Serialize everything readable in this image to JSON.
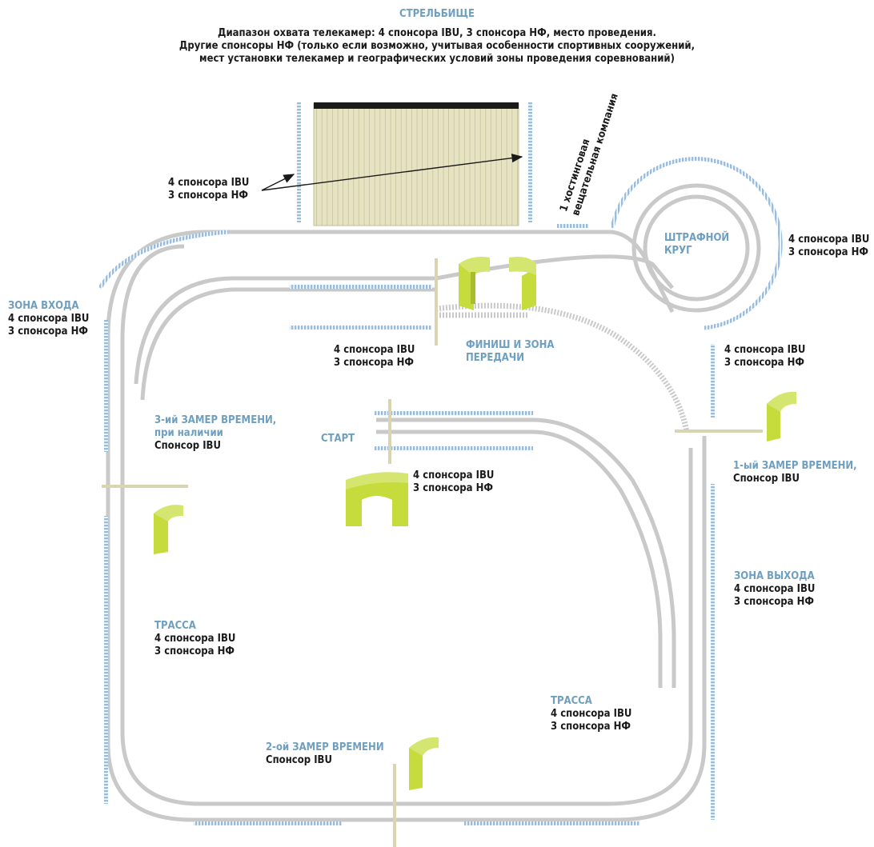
{
  "header": {
    "title": "СТРЕЛЬБИЩЕ",
    "desc1": "Диапазон охвата телекамер: 4 спонсора IBU, 3 спонсора НФ, место проведения.",
    "desc2": "Другие спонсоры НФ (только если возможно, учитывая особенности спортивных сооружений,",
    "desc3": "мест установки телекамер и географических условий зоны проведения соревнований)"
  },
  "shooting_range": {
    "sp1": "4 спонсора IBU",
    "sp2": "3 спонсора НФ"
  },
  "host_broadcaster": {
    "line1": "1 хостинговая",
    "line2": "вещательная компания"
  },
  "penalty_loop": {
    "title1": "ШТРАФНОЙ",
    "title2": "КРУГ",
    "sp1": "4 спонсора IBU",
    "sp2": "3 спонсора НФ"
  },
  "entry_zone": {
    "title": "ЗОНА ВХОДА",
    "sp1": "4 спонсора IBU",
    "sp2": "3 спонсора НФ"
  },
  "finish_area": {
    "sp1": "4 спонсора IBU",
    "sp2": "3 спонсора НФ",
    "title1": "ФИНИШ И ЗОНА",
    "title2": "ПЕРЕДАЧИ"
  },
  "right_upper": {
    "sp1": "4 спонсора IBU",
    "sp2": "3 спонсора НФ"
  },
  "split3": {
    "title1": "3-ий ЗАМЕР ВРЕМЕНИ,",
    "title2": "при наличии",
    "sponsor": "Спонсор IBU"
  },
  "start": {
    "title": "СТАРТ",
    "sp1": "4 спонсора IBU",
    "sp2": "3 спонсора НФ"
  },
  "split1": {
    "title": "1-ый ЗАМЕР ВРЕМЕНИ,",
    "sponsor": "Спонсор IBU"
  },
  "exit_zone": {
    "title": "ЗОНА ВЫХОДА",
    "sp1": "4 спонсора IBU",
    "sp2": "3 спонсора НФ"
  },
  "course_left": {
    "title": "ТРАССА",
    "sp1": "4 спонсора IBU",
    "sp2": "3 спонсора НФ"
  },
  "course_right": {
    "title": "ТРАССА",
    "sp1": "4 спонсора IBU",
    "sp2": "3 спонсора НФ"
  },
  "split2": {
    "title": "2-ой ЗАМЕР ВРЕМЕНИ",
    "sponsor": "Спонсор IBU"
  },
  "colors": {
    "track": "#c9c9c9",
    "banner": "#9bbbd8",
    "arch": "#c6db3c",
    "range": "#e6e3c3",
    "post": "#d9d4b1",
    "title": "#6f9fbf"
  }
}
